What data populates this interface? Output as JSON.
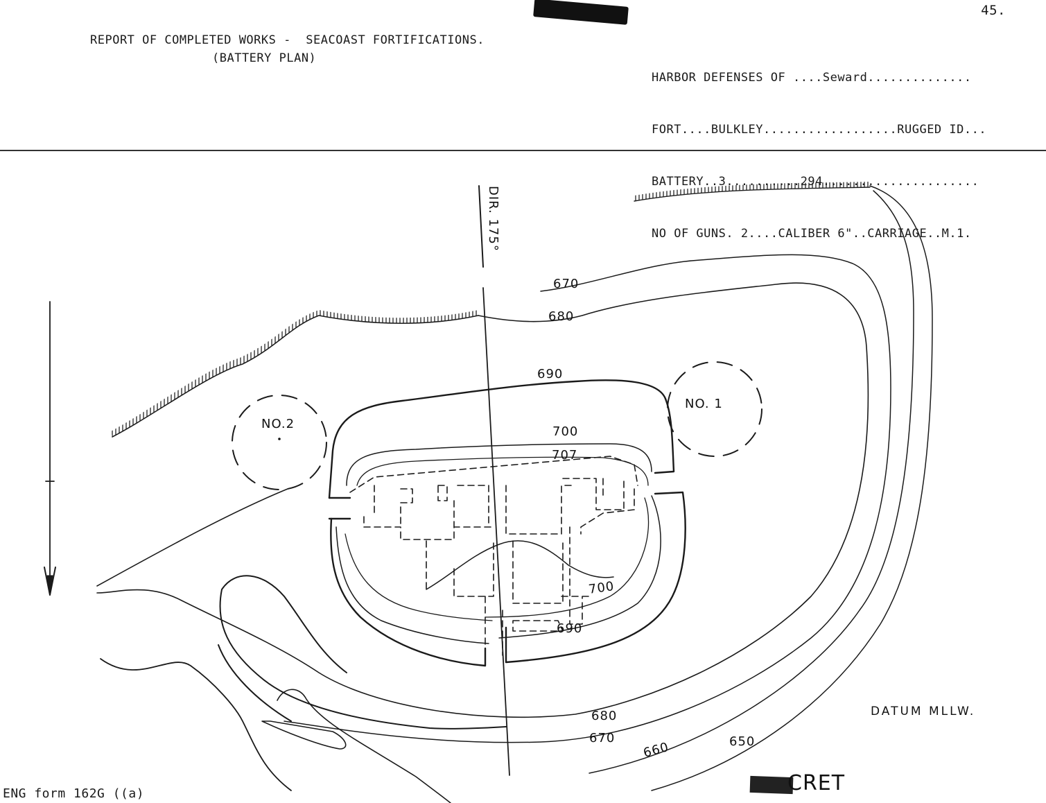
{
  "header": {
    "page_number": "45.",
    "title_line1": "REPORT OF COMPLETED WORKS -  SEACOAST FORTIFICATIONS.",
    "title_line2": "(BATTERY PLAN)",
    "harbor_line": "HARBOR DEFENSES OF ....Seward..............",
    "fort_line": "FORT....BULKLEY..................RUGGED ID...",
    "battery_line": "BATTERY..3..........294.....................",
    "guns_line": "NO OF GUNS. 2....CALIBER 6\"..CARRIAGE..M.1."
  },
  "plan": {
    "direction_label": "DIR. 175°",
    "emplacement_1": "NO. 1",
    "emplacement_2": "NO.2",
    "contours": {
      "c650": "650",
      "c660": "660",
      "c670_top": "670",
      "c670_bottom": "670",
      "c680_top": "680",
      "c680_bottom": "680",
      "c690_top": "690",
      "c690_bottom": "690",
      "c700_top": "700",
      "c700_inner": "700",
      "c707": "707"
    },
    "datum": "DATUM  MLLW."
  },
  "footer": {
    "form_id": "ENG form 162G ((a)",
    "stamp": "CRET"
  }
}
